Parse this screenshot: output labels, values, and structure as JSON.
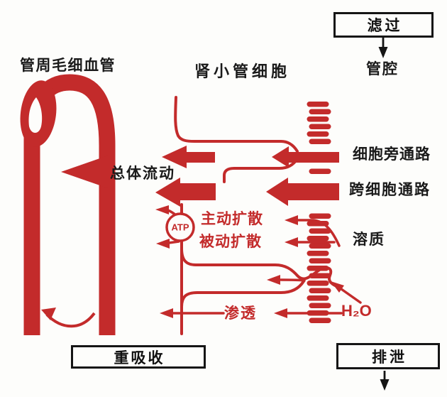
{
  "colors": {
    "accent_red": "#c32b2b",
    "ink_black": "#1a1a1a",
    "paper": "#fdfdfb"
  },
  "flow_boxes": {
    "filtration": "滤过",
    "reabsorption": "重吸收",
    "excretion": "排泄"
  },
  "region_labels": {
    "peritubular_capillary": "管周毛细血管",
    "tubule_cell": "肾小管细胞",
    "lumen": "管腔"
  },
  "pathway_labels": {
    "paracellular": "细胞旁通路",
    "transcellular": "跨细胞通路",
    "bulk_flow": "总体流动"
  },
  "transport_labels": {
    "active": "主动扩散",
    "passive": "被动扩散",
    "osmosis": "渗透",
    "solute": "溶质",
    "water": "H₂O",
    "atp": "ATP"
  }
}
